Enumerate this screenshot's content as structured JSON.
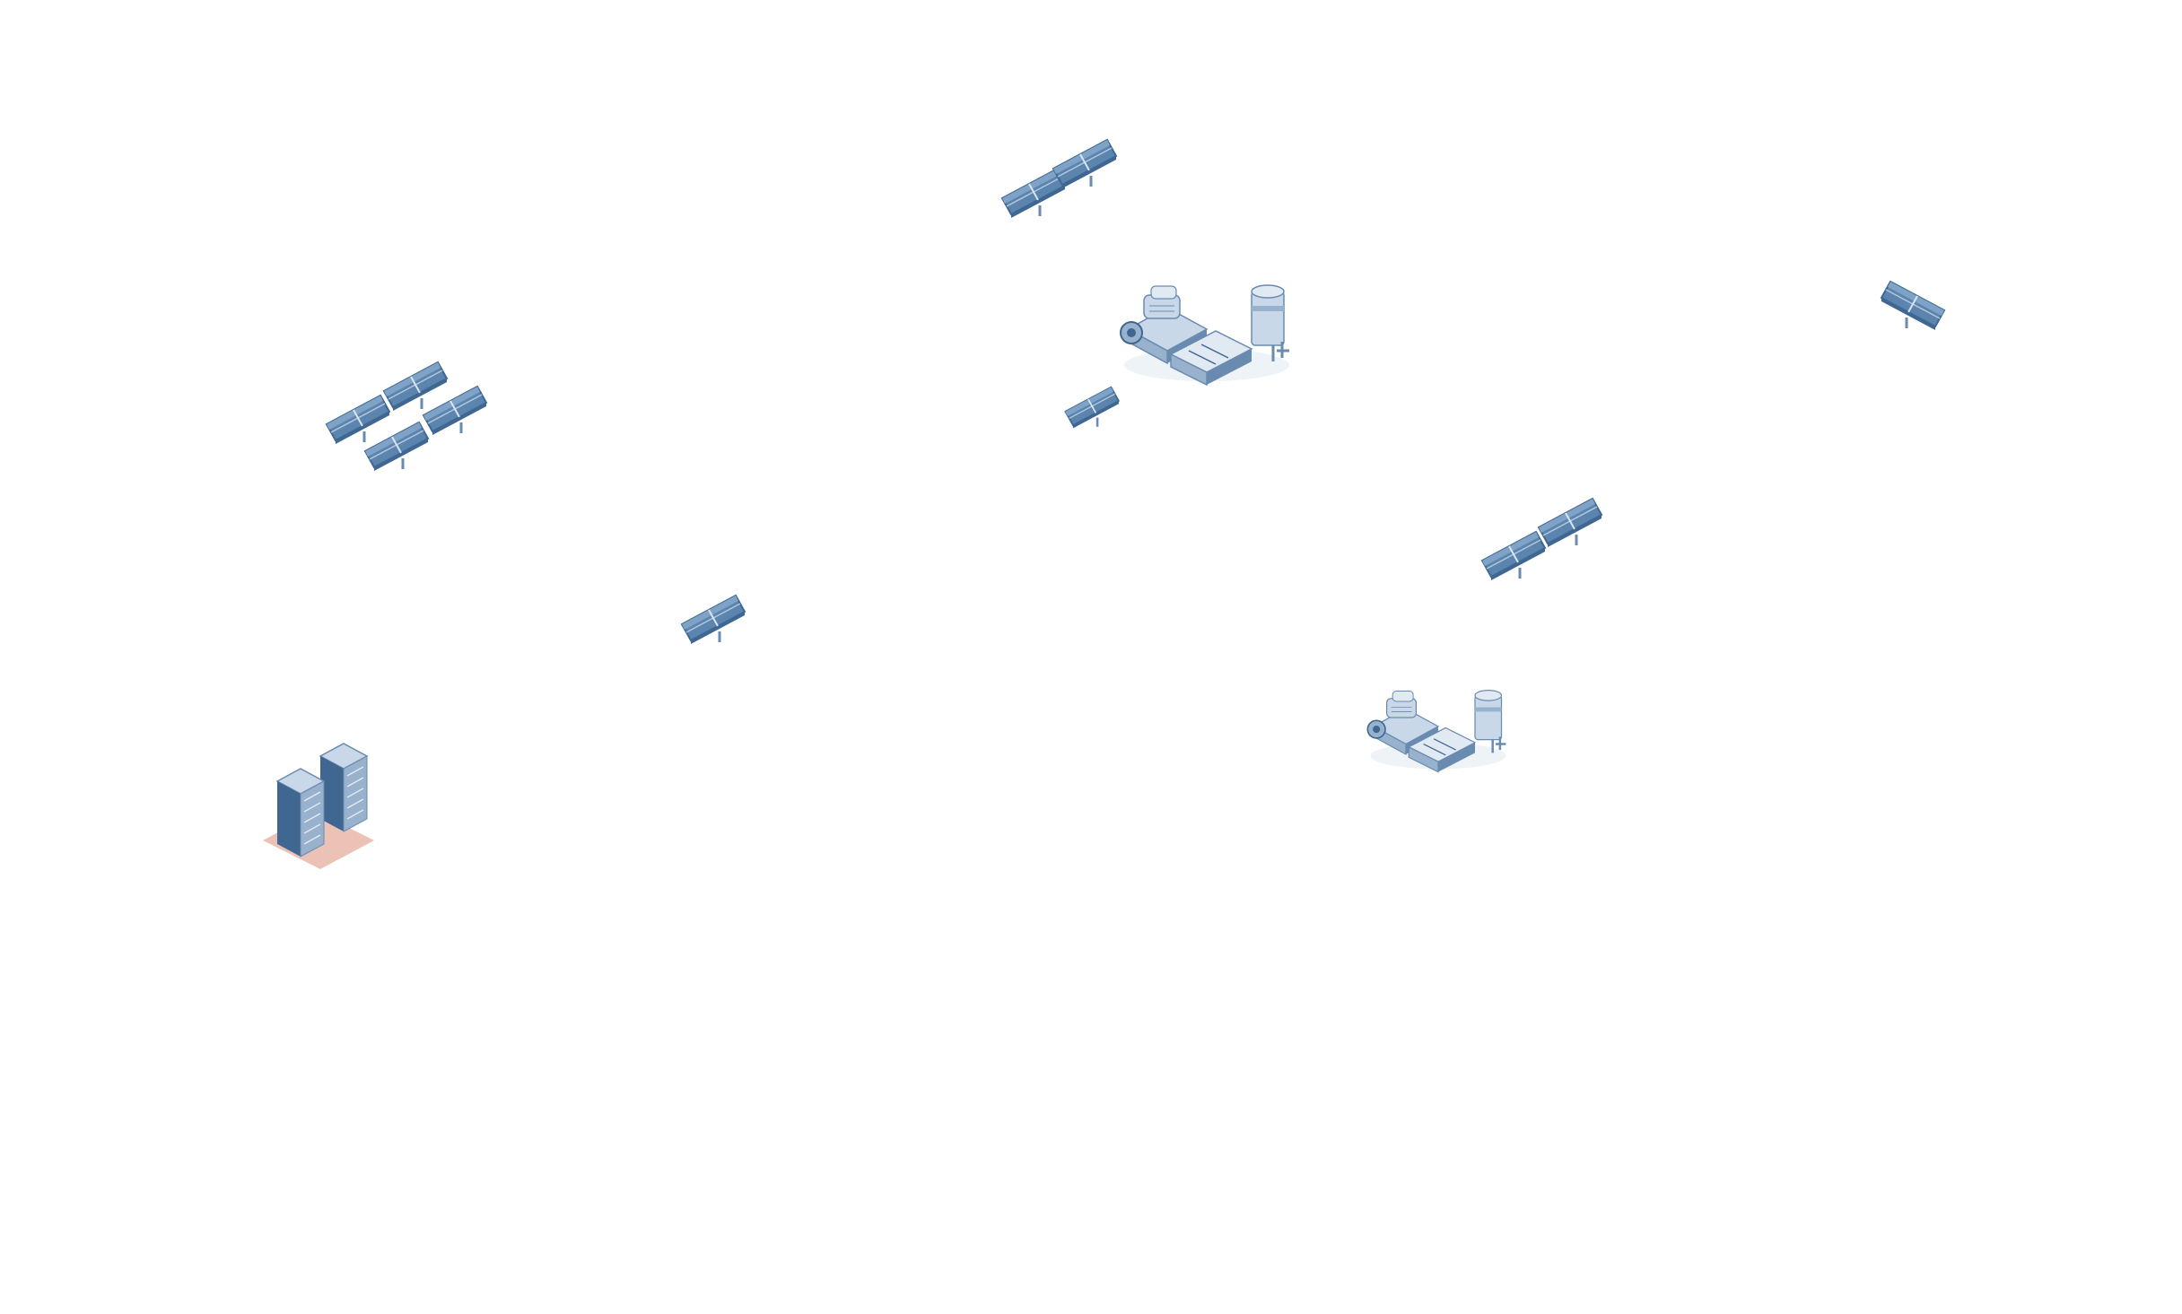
{
  "scene": {
    "background": "#ffffff",
    "colors": {
      "panel_dark": "#3f6792",
      "panel_mid": "#5b84ae",
      "panel_light": "#7fa3c6",
      "panel_line": "#d9e6f2",
      "metal_light": "#c9d8e8",
      "metal_mid": "#98b2cd",
      "metal_dark": "#6a8bb0",
      "pad": "#e7b7a8"
    },
    "assets": [
      {
        "kind": "solar-panel",
        "icon": "solar-panel-icon"
      },
      {
        "kind": "solar-panel",
        "icon": "solar-panel-icon"
      },
      {
        "kind": "solar-panel",
        "icon": "solar-panel-icon"
      },
      {
        "kind": "solar-panel",
        "icon": "solar-panel-icon"
      },
      {
        "kind": "solar-panel",
        "icon": "solar-panel-icon"
      },
      {
        "kind": "solar-panel",
        "icon": "solar-panel-icon"
      },
      {
        "kind": "solar-panel",
        "icon": "solar-panel-icon"
      },
      {
        "kind": "solar-panel",
        "icon": "solar-panel-icon"
      },
      {
        "kind": "solar-panel",
        "icon": "solar-panel-icon"
      },
      {
        "kind": "solar-panel",
        "icon": "solar-panel-icon"
      },
      {
        "kind": "solar-panel",
        "icon": "solar-panel-icon"
      },
      {
        "kind": "solar-panel",
        "icon": "solar-panel-icon"
      },
      {
        "kind": "generator",
        "icon": "generator-plant-icon"
      },
      {
        "kind": "generator",
        "icon": "generator-plant-icon"
      },
      {
        "kind": "battery-storage",
        "icon": "battery-storage-icon"
      }
    ]
  }
}
